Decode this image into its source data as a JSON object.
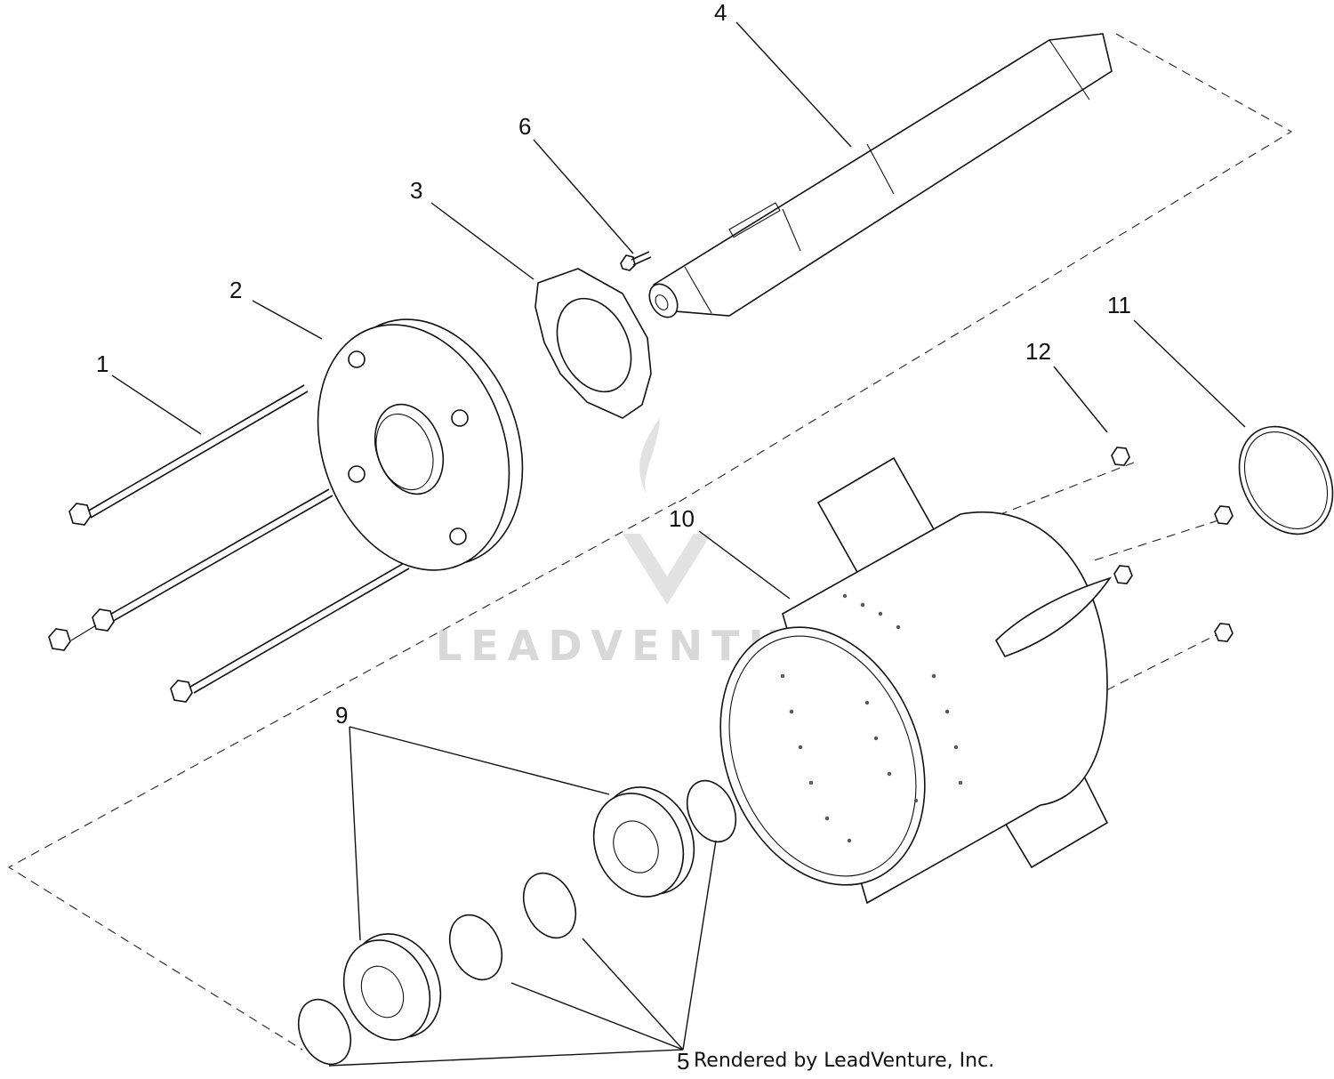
{
  "callouts": {
    "c1": "1",
    "c2": "2",
    "c3": "3",
    "c4": "4",
    "c5": "5",
    "c6": "6",
    "c9": "9",
    "c10": "10",
    "c11": "11",
    "c12": "12"
  },
  "credit": "Rendered by LeadVenture, Inc.",
  "watermark": "LEADVENTURE",
  "colors": {
    "line": "#111111",
    "watermark": "#d8d8d8",
    "background": "#ffffff"
  }
}
